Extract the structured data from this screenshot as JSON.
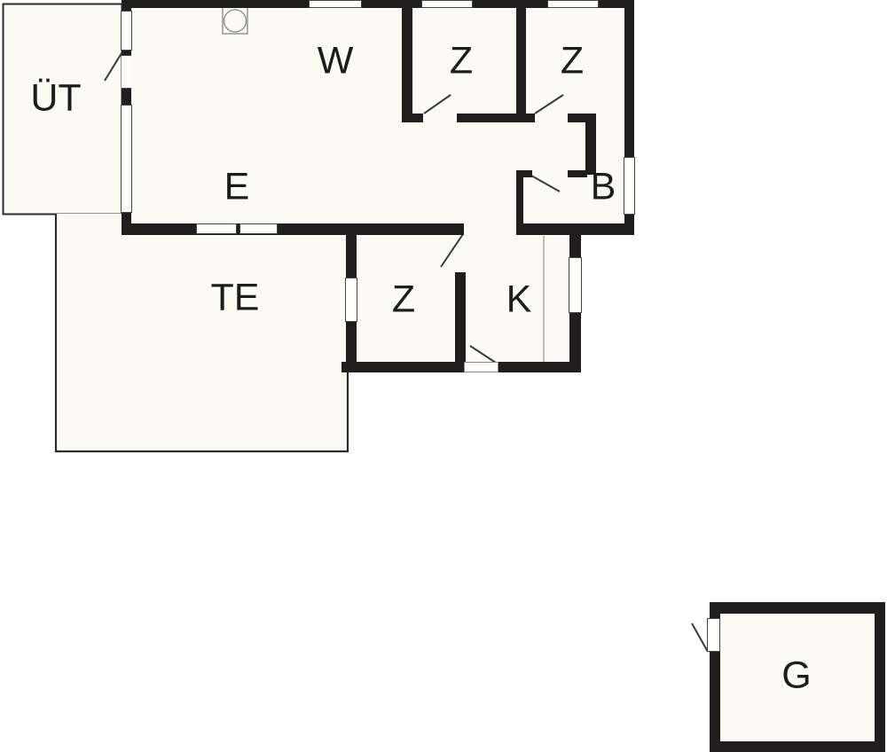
{
  "drawing": {
    "type": "floor-plan",
    "colors": {
      "wall": "#201d1e",
      "thin_line": "#333333",
      "room_fill": "#fbfaf3",
      "background": "#ffffff"
    },
    "rooms": [
      {
        "id": "ut",
        "label": "ÜT"
      },
      {
        "id": "w",
        "label": "W"
      },
      {
        "id": "e",
        "label": "E"
      },
      {
        "id": "z1",
        "label": "Z"
      },
      {
        "id": "z2",
        "label": "Z"
      },
      {
        "id": "b",
        "label": "B"
      },
      {
        "id": "te",
        "label": "TE"
      },
      {
        "id": "z3",
        "label": "Z"
      },
      {
        "id": "k",
        "label": "K"
      },
      {
        "id": "g",
        "label": "G"
      }
    ],
    "symbols": [
      {
        "name": "stove-icon"
      },
      {
        "name": "door-swing"
      },
      {
        "name": "window"
      },
      {
        "name": "counter-line"
      }
    ]
  }
}
